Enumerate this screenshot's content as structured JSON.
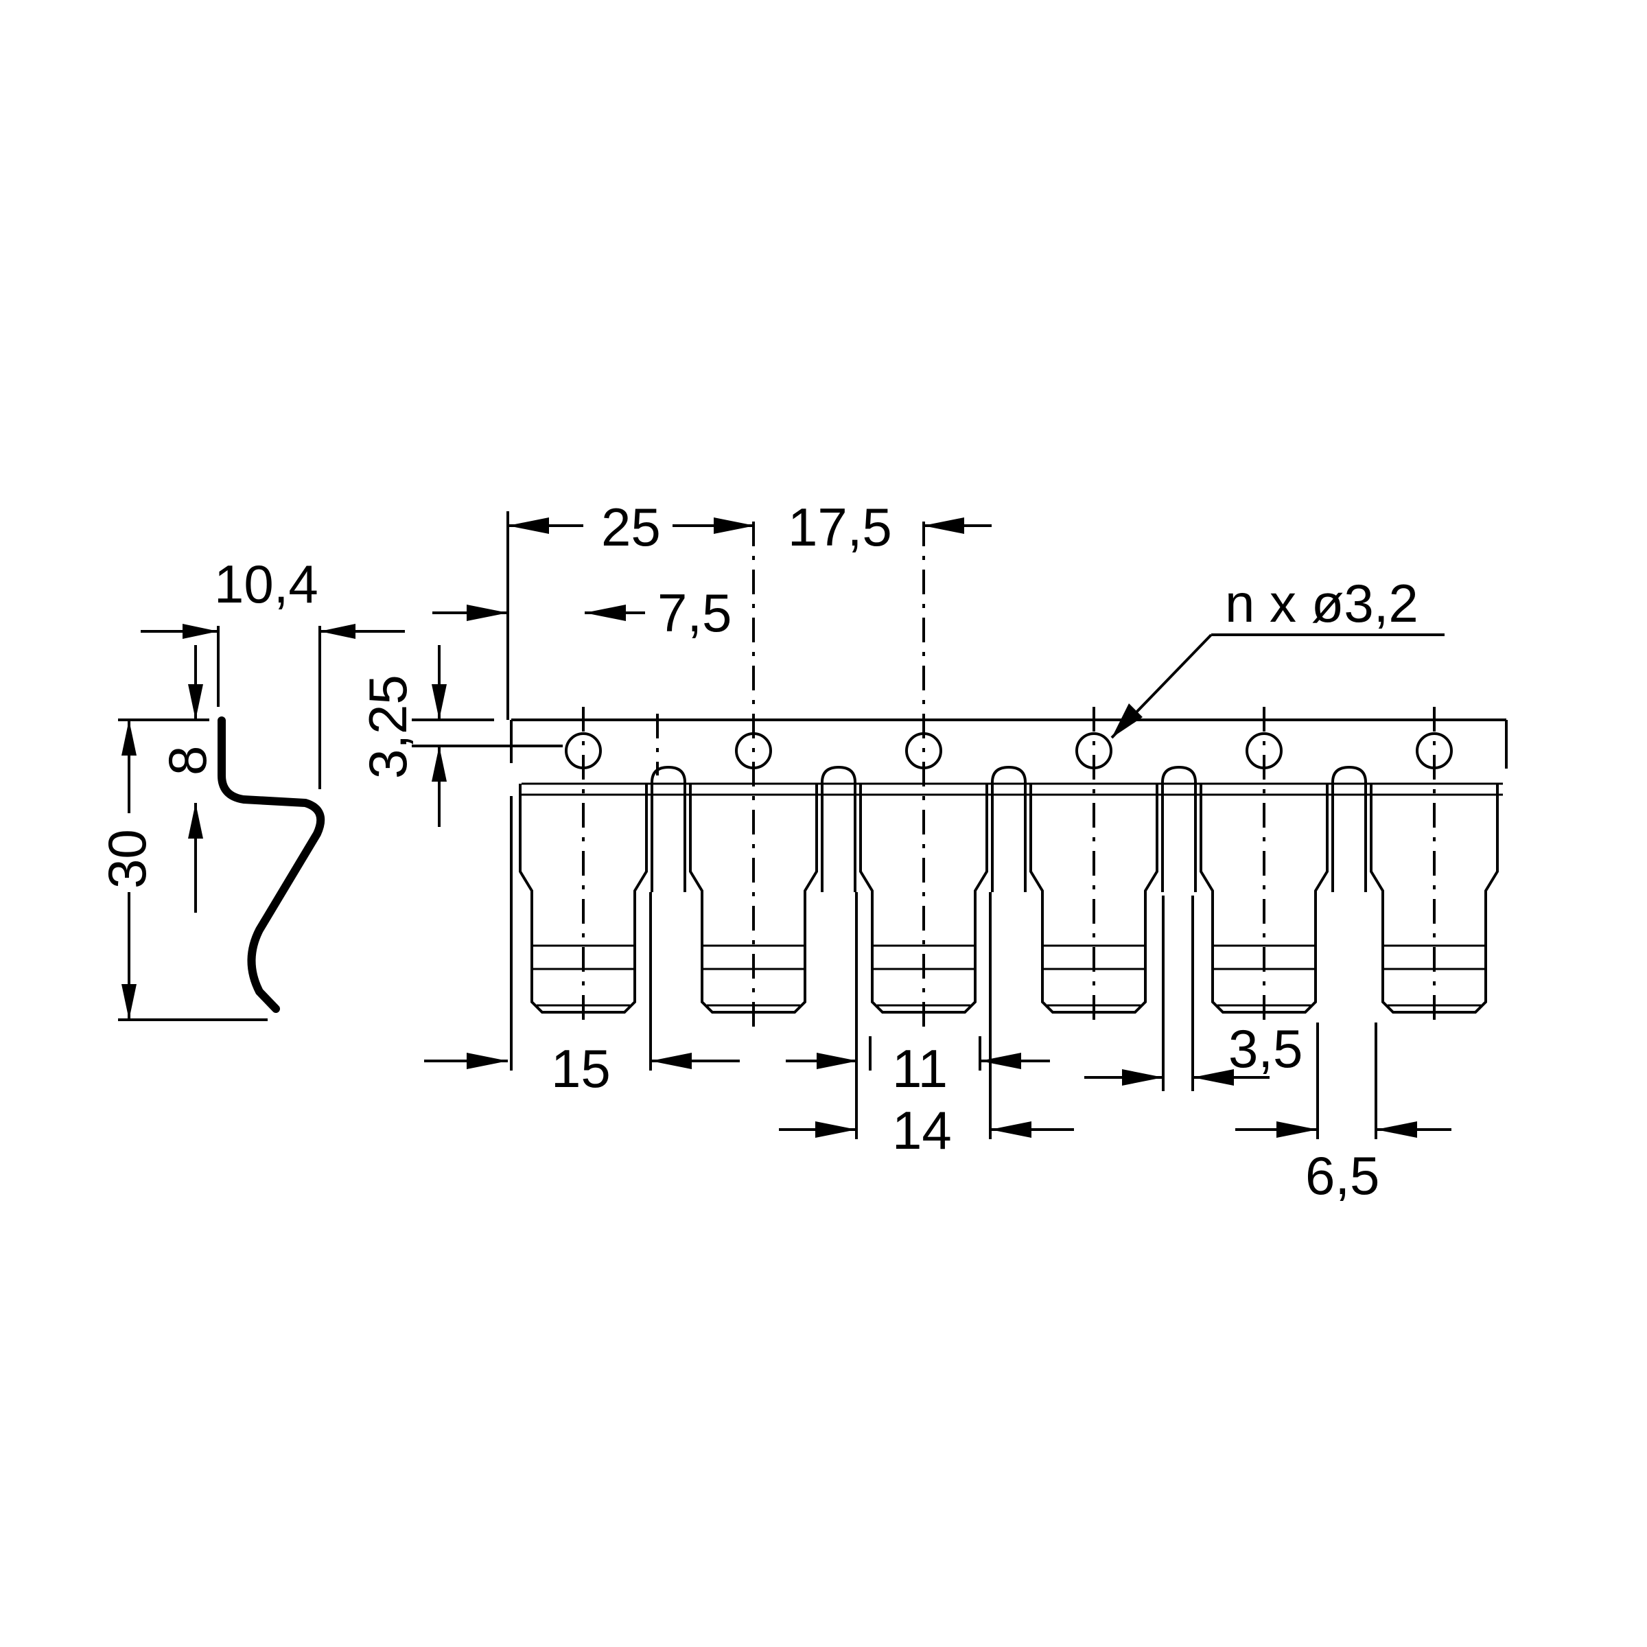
{
  "drawing": {
    "dimensions": {
      "d_10_4": "10,4",
      "d_8": "8",
      "d_30": "30",
      "d_3_25": "3,25",
      "d_25": "25",
      "d_17_5": "17,5",
      "d_7_5": "7,5",
      "d_holes": "n x ø3,2",
      "d_15": "15",
      "d_11": "11",
      "d_14": "14",
      "d_3_5": "3,5",
      "d_6_5": "6,5"
    },
    "hole_count_shown": 6
  }
}
